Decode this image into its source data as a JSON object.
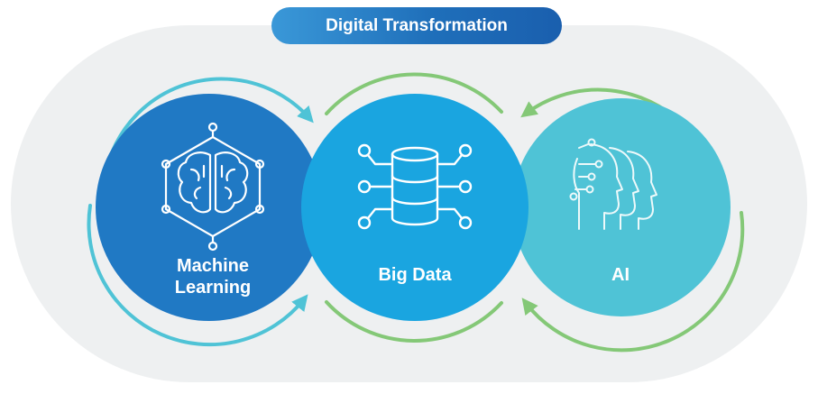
{
  "title": "Digital Transformation",
  "nodes": [
    {
      "id": "machine-learning",
      "label_line1": "Machine",
      "label_line2": "Learning",
      "icon": "brain-network-icon",
      "color": "#2079c4"
    },
    {
      "id": "big-data",
      "label": "Big Data",
      "icon": "database-network-icon",
      "color": "#1aa5e0"
    },
    {
      "id": "ai",
      "label": "AI",
      "icon": "human-heads-circuit-icon",
      "color": "#4fc3d6"
    }
  ],
  "colors": {
    "background_band": "#eef0f1",
    "arrow_teal": "#4fc3d6",
    "arrow_green": "#84c877",
    "title_pill": "#1f6fba"
  }
}
